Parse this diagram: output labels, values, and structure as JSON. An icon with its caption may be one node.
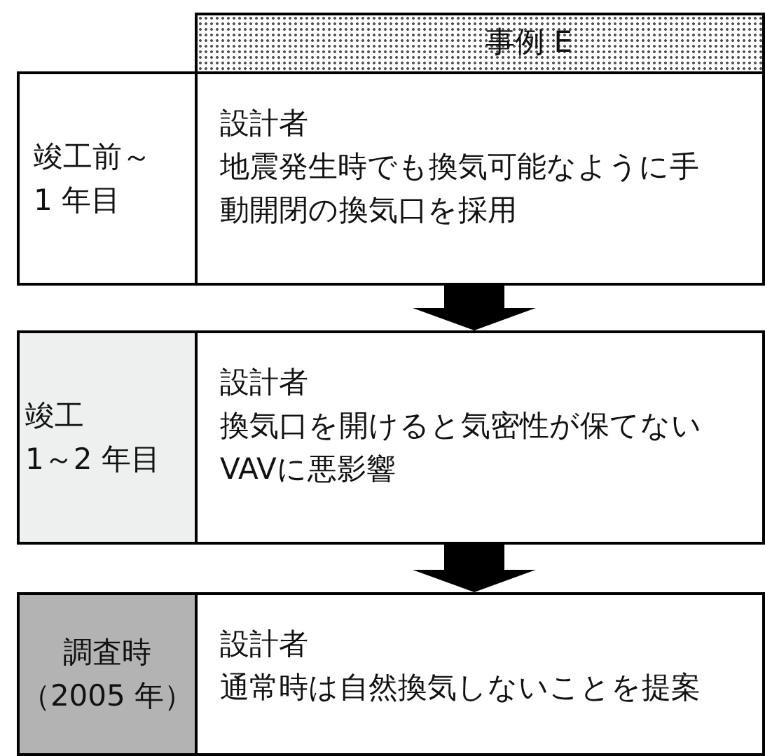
{
  "diagram": {
    "nodes": [
      {
        "text": [
          "事例 E"
        ]
      },
      {
        "text": [
          "竣工前～",
          "1 年目"
        ]
      },
      {
        "text": [
          "設計者",
          "地震発生時でも換気可能なように手動開閉の換気口を採用"
        ]
      },
      {
        "text": [
          "竣工",
          "1～2 年目"
        ]
      },
      {
        "text": [
          "設計者",
          "換気口を開けると気密性が保てないVAVに悪影響"
        ]
      },
      {
        "text": [
          "調査時",
          "（2005 年）"
        ]
      },
      {
        "text": [
          "設計者",
          "通常時は自然換気しないことを提案"
        ]
      }
    ],
    "edges": [
      {
        "from": 2,
        "to": 4,
        "arrow": "to"
      },
      {
        "from": 4,
        "to": 6,
        "arrow": "to"
      }
    ]
  }
}
